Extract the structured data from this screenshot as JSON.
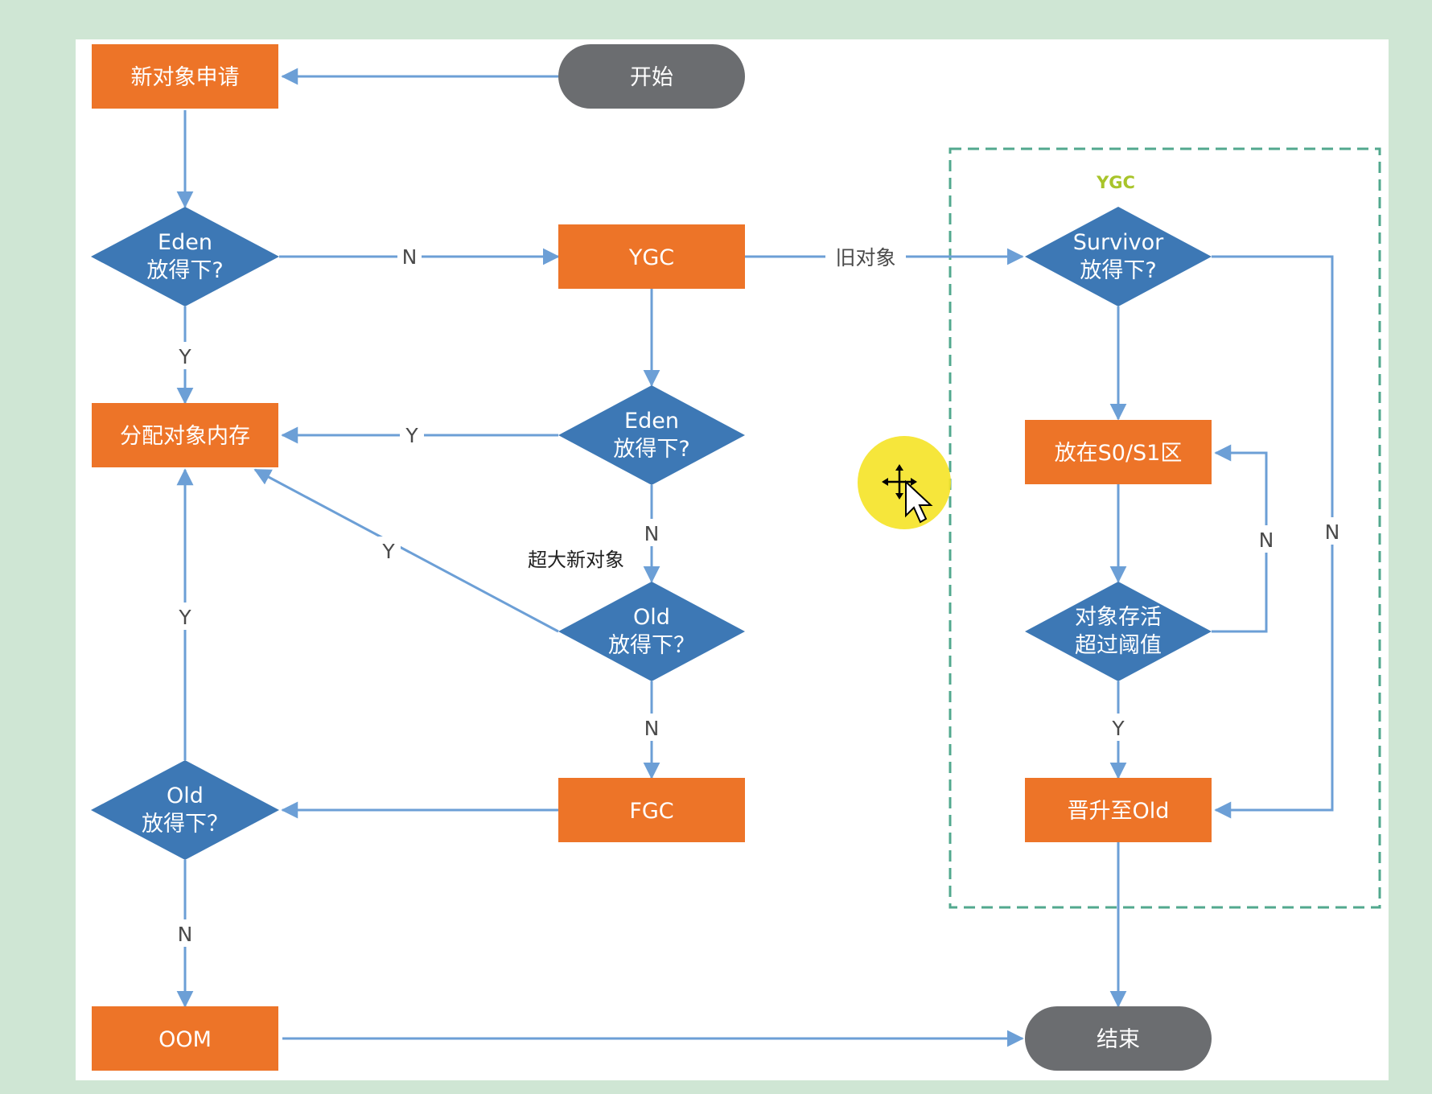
{
  "colors": {
    "process": "#ed7428",
    "decision": "#3d78b5",
    "terminal": "#6b6d70",
    "edge": "#6c9fd6",
    "group_border": "#52a88e",
    "group_title": "#a8c42a",
    "page_bg": "#cfe6d4"
  },
  "nodes": {
    "start": "开始",
    "new_obj": "新对象申请",
    "eden1": [
      "Eden",
      "放得下?"
    ],
    "ygc": "YGC",
    "survivor": [
      "Survivor",
      "放得下?"
    ],
    "alloc": "分配对象内存",
    "eden2": [
      "Eden",
      "放得下?"
    ],
    "s0s1": "放在S0/S1区",
    "old1": [
      "Old",
      "放得下？"
    ],
    "threshold": [
      "对象存活",
      "超过阈值"
    ],
    "old2": [
      "Old",
      "放得下？"
    ],
    "fgc": "FGC",
    "promote": "晋升至Old",
    "oom": "OOM",
    "end": "结束"
  },
  "group": {
    "title": "YGC"
  },
  "labels": {
    "eden1_n": "N",
    "eden1_y": "Y",
    "old_object": "旧对象",
    "eden2_y": "Y",
    "eden2_n": "N",
    "huge_object": "超大新对象",
    "old1_y": "Y",
    "old1_n": "N",
    "old2_y": "Y",
    "old2_n": "N",
    "thresh_n": "N",
    "thresh_y": "Y",
    "surv_n": "N"
  },
  "cursor": {
    "icon": "move-cursor-icon"
  }
}
